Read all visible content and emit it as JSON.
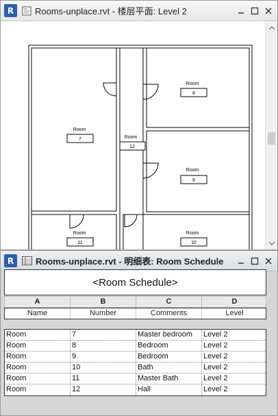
{
  "plan_window": {
    "title": "Rooms-unplace.rvt - 楼层平面: Level 2",
    "app_logo": "R",
    "icon": "floor-plan-icon"
  },
  "floor_plan": {
    "room_tags": [
      {
        "label": "Room",
        "number": "8"
      },
      {
        "label": "Room",
        "number": "7"
      },
      {
        "label": "Room",
        "number": "12"
      },
      {
        "label": "Room",
        "number": "9"
      },
      {
        "label": "Room",
        "number": "11"
      },
      {
        "label": "Room",
        "number": "10"
      }
    ]
  },
  "schedule_window": {
    "title": "Rooms-unplace.rvt - 明细表: Room Schedule",
    "app_logo": "R",
    "icon": "schedule-table-icon"
  },
  "schedule": {
    "title": "<Room Schedule>",
    "column_letters": [
      "A",
      "B",
      "C",
      "D"
    ],
    "column_names": [
      "Name",
      "Number",
      "Comments",
      "Level"
    ],
    "rows": [
      [
        "Room",
        "7",
        "Master bedroom",
        "Level 2"
      ],
      [
        "Room",
        "8",
        "Bedroom",
        "Level 2"
      ],
      [
        "Room",
        "9",
        "Bedroom",
        "Level 2"
      ],
      [
        "Room",
        "10",
        "Bath",
        "Level 2"
      ],
      [
        "Room",
        "11",
        "Master Bath",
        "Level 2"
      ],
      [
        "Room",
        "12",
        "Hall",
        "Level 2"
      ]
    ]
  },
  "colors": {
    "revit_blue": "#2a5fb0",
    "wall": "#000000"
  }
}
